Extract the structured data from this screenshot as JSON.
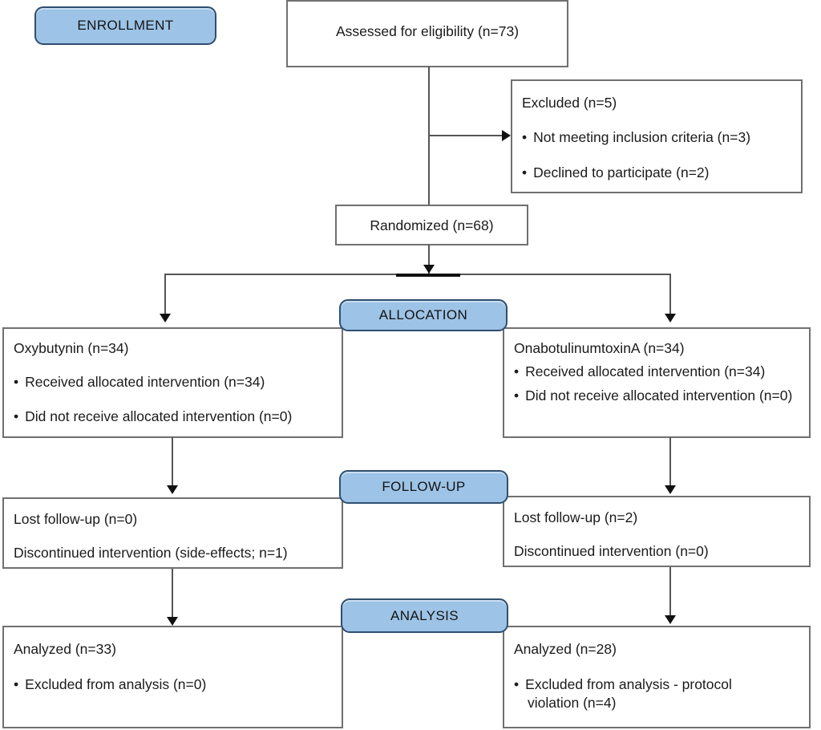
{
  "diagram": {
    "title": "CONSORT participant flow diagram",
    "accent_color": "#9dc3e6",
    "box_border_color": "#707070",
    "badge_border_color": "#2f4f6f",
    "connector_color": "#555555"
  },
  "stages": {
    "enrollment": "ENROLLMENT",
    "allocation": "ALLOCATION",
    "followup": "FOLLOW-UP",
    "analysis": "ANALYSIS"
  },
  "boxes": {
    "assessed": {
      "lines": [
        "Assessed for eligibility (n=73)"
      ]
    },
    "excluded": {
      "heading": "Excluded (n=5)",
      "bullets": [
        "Not meeting inclusion criteria (n=3)",
        "Declined to participate (n=2)"
      ]
    },
    "randomized": {
      "lines": [
        "Randomized (n=68)"
      ]
    },
    "alloc_left": {
      "heading": "Oxybutynin (n=34)",
      "bullets": [
        "Received allocated intervention (n=34)",
        "Did not receive allocated intervention (n=0)"
      ]
    },
    "alloc_right": {
      "heading": "OnabotulinumtoxinA (n=34)",
      "bullets": [
        "Received allocated intervention (n=34)",
        "Did not receive allocated intervention (n=0)"
      ]
    },
    "follow_left": {
      "lines": [
        "Lost follow-up (n=0)",
        "Discontinued intervention (side-effects; n=1)"
      ]
    },
    "follow_right": {
      "lines": [
        "Lost follow-up (n=2)",
        "Discontinued intervention (n=0)"
      ]
    },
    "analysis_left": {
      "heading": "Analyzed (n=33)",
      "bullets": [
        "Excluded from analysis (n=0)"
      ]
    },
    "analysis_right": {
      "heading": "Analyzed (n=28)",
      "bullets": [
        "Excluded from analysis - protocol violation (n=4)"
      ]
    }
  },
  "chart_data": {
    "type": "diagram",
    "title": "CONSORT flow of participants",
    "nodes": [
      {
        "id": "assessed",
        "stage": "enrollment",
        "label": "Assessed for eligibility",
        "n": 73
      },
      {
        "id": "excluded",
        "stage": "enrollment",
        "label": "Excluded",
        "n": 5,
        "children": [
          {
            "label": "Not meeting inclusion criteria",
            "n": 3
          },
          {
            "label": "Declined to participate",
            "n": 2
          }
        ]
      },
      {
        "id": "randomized",
        "stage": "enrollment",
        "label": "Randomized",
        "n": 68
      },
      {
        "id": "alloc_left",
        "stage": "allocation",
        "arm": "Oxybutynin",
        "n": 34,
        "children": [
          {
            "label": "Received allocated intervention",
            "n": 34
          },
          {
            "label": "Did not receive allocated intervention",
            "n": 0
          }
        ]
      },
      {
        "id": "alloc_right",
        "stage": "allocation",
        "arm": "OnabotulinumtoxinA",
        "n": 34,
        "children": [
          {
            "label": "Received allocated intervention",
            "n": 34
          },
          {
            "label": "Did not receive allocated intervention",
            "n": 0
          }
        ]
      },
      {
        "id": "follow_left",
        "stage": "follow-up",
        "arm": "Oxybutynin",
        "children": [
          {
            "label": "Lost follow-up",
            "n": 0
          },
          {
            "label": "Discontinued intervention (side-effects)",
            "n": 1
          }
        ]
      },
      {
        "id": "follow_right",
        "stage": "follow-up",
        "arm": "OnabotulinumtoxinA",
        "children": [
          {
            "label": "Lost follow-up",
            "n": 2
          },
          {
            "label": "Discontinued intervention",
            "n": 0
          }
        ]
      },
      {
        "id": "analysis_left",
        "stage": "analysis",
        "arm": "Oxybutynin",
        "label": "Analyzed",
        "n": 33,
        "children": [
          {
            "label": "Excluded from analysis",
            "n": 0
          }
        ]
      },
      {
        "id": "analysis_right",
        "stage": "analysis",
        "arm": "OnabotulinumtoxinA",
        "label": "Analyzed",
        "n": 28,
        "children": [
          {
            "label": "Excluded from analysis - protocol violation",
            "n": 4
          }
        ]
      }
    ],
    "edges": [
      {
        "from": "assessed",
        "to": "excluded"
      },
      {
        "from": "assessed",
        "to": "randomized"
      },
      {
        "from": "randomized",
        "to": "alloc_left"
      },
      {
        "from": "randomized",
        "to": "alloc_right"
      },
      {
        "from": "alloc_left",
        "to": "follow_left"
      },
      {
        "from": "alloc_right",
        "to": "follow_right"
      },
      {
        "from": "follow_left",
        "to": "analysis_left"
      },
      {
        "from": "follow_right",
        "to": "analysis_right"
      }
    ]
  }
}
